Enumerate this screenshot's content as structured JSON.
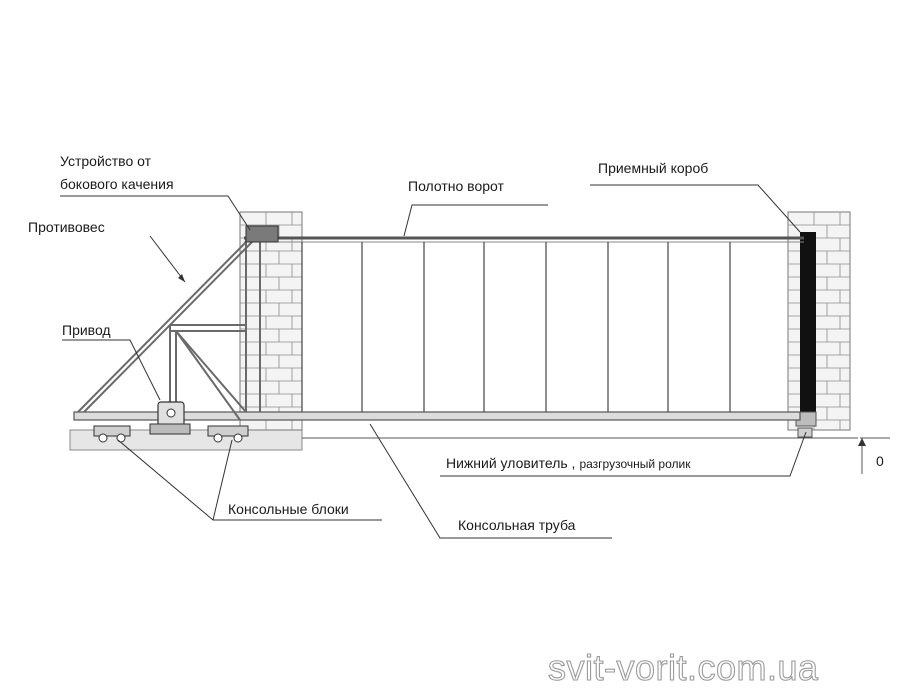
{
  "labels": {
    "side_device_line1": "Устройство от",
    "side_device_line2": "бокового качения",
    "counterweight": "Противовес",
    "drive": "Привод",
    "gate_leaf": "Полотно ворот",
    "receiving_box": "Приемный короб",
    "lower_catcher_main": "Нижний уловитель ,",
    "lower_catcher_roller": "разгрузочный ролик",
    "cantilever_blocks": "Консольные блоки",
    "cantilever_pipe": "Консольная труба",
    "zero_level": "0"
  },
  "watermark": "svit-vorit.com.ua",
  "colors": {
    "line": "#333333",
    "frame": "#6a6a6a",
    "brick_fill": "#f4f4f4",
    "ground": "#e6e6e6",
    "receiving_box": "#111111",
    "watermark_stroke": "#9a9a9a"
  },
  "icons": {
    "pillars": "brick-pillar",
    "receiving_box": "receiving-box-post",
    "drive": "drive-motor",
    "rollers": "cantilever-roller-block"
  }
}
